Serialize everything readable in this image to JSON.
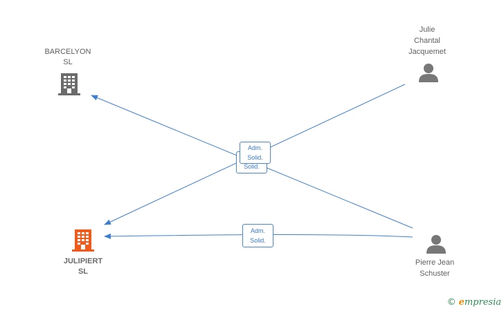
{
  "nodes": {
    "barcelyon": {
      "name": "BARCELYON\nSL",
      "type": "company",
      "color": "#6b6b6b"
    },
    "julipiert": {
      "name": "JULIPIERT\nSL",
      "type": "company",
      "color": "#f05a1a"
    },
    "julie": {
      "name": "Julie\nChantal\nJacquemet",
      "type": "person",
      "color": "#777777"
    },
    "pierre": {
      "name": "Pierre Jean\nSchuster",
      "type": "person",
      "color": "#777777"
    }
  },
  "edges": [
    {
      "from": "pierre",
      "to": "barcelyon",
      "label": "Adm.\nSolid."
    },
    {
      "from": "julie",
      "to": "julipiert",
      "label": "Adm.\nSolid."
    },
    {
      "from": "pierre",
      "to": "julipiert",
      "label": "Adm.\nSolid."
    }
  ],
  "edge_color": "#3f7fd0",
  "watermark": {
    "copyright": "©",
    "brand_initial": "e",
    "brand_rest": "mpresia"
  }
}
